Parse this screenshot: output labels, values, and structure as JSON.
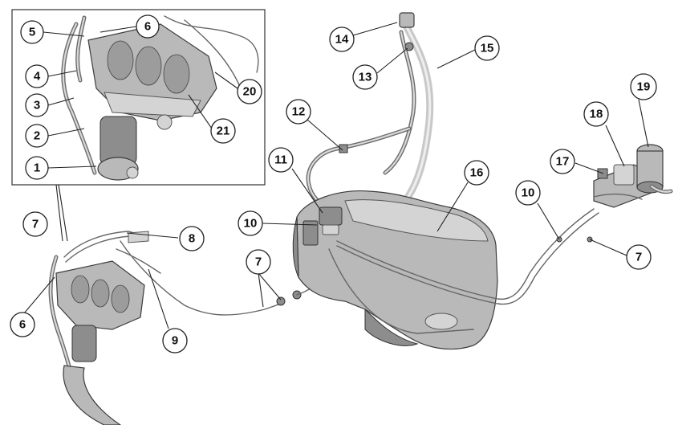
{
  "callouts": [
    {
      "id": "c5",
      "label": "5"
    },
    {
      "id": "c6a",
      "label": "6"
    },
    {
      "id": "c4",
      "label": "4"
    },
    {
      "id": "c3",
      "label": "3"
    },
    {
      "id": "c2",
      "label": "2"
    },
    {
      "id": "c1",
      "label": "1"
    },
    {
      "id": "c20",
      "label": "20"
    },
    {
      "id": "c21",
      "label": "21"
    },
    {
      "id": "c14",
      "label": "14"
    },
    {
      "id": "c13",
      "label": "13"
    },
    {
      "id": "c15",
      "label": "15"
    },
    {
      "id": "c12",
      "label": "12"
    },
    {
      "id": "c11",
      "label": "11"
    },
    {
      "id": "c10a",
      "label": "10"
    },
    {
      "id": "c16",
      "label": "16"
    },
    {
      "id": "c19",
      "label": "19"
    },
    {
      "id": "c18",
      "label": "18"
    },
    {
      "id": "c17",
      "label": "17"
    },
    {
      "id": "c10b",
      "label": "10"
    },
    {
      "id": "c7a",
      "label": "7"
    },
    {
      "id": "c8",
      "label": "8"
    },
    {
      "id": "c7b",
      "label": "7"
    },
    {
      "id": "c7c",
      "label": "7"
    },
    {
      "id": "c6b",
      "label": "6"
    },
    {
      "id": "c9",
      "label": "9"
    }
  ]
}
